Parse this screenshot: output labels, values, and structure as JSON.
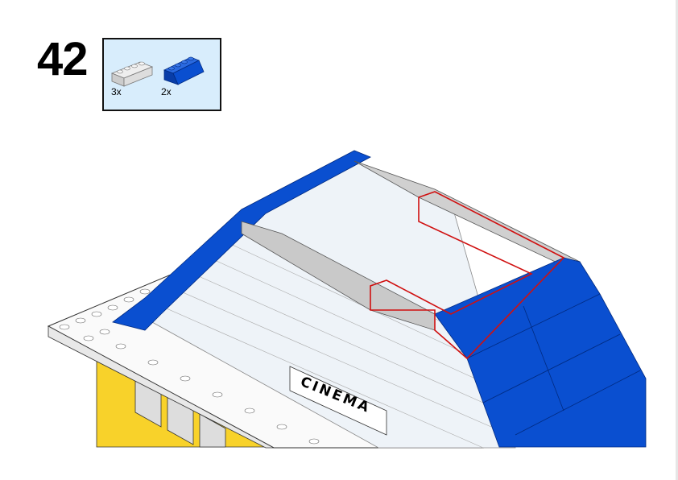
{
  "step": {
    "number": "42"
  },
  "parts_list": [
    {
      "name": "light-gray-brick-1x4",
      "quantity": "3x",
      "color": "#d9d9d9"
    },
    {
      "name": "blue-slope-2x4",
      "quantity": "2x",
      "color": "#0a4fd0"
    }
  ],
  "model": {
    "sign_text": "CINEMA"
  },
  "colors": {
    "blue": "#0a4fd0",
    "yellow": "#f8d22a",
    "white": "#ffffff",
    "highlight": "#d01010",
    "parts_bg": "#d8edfc"
  }
}
